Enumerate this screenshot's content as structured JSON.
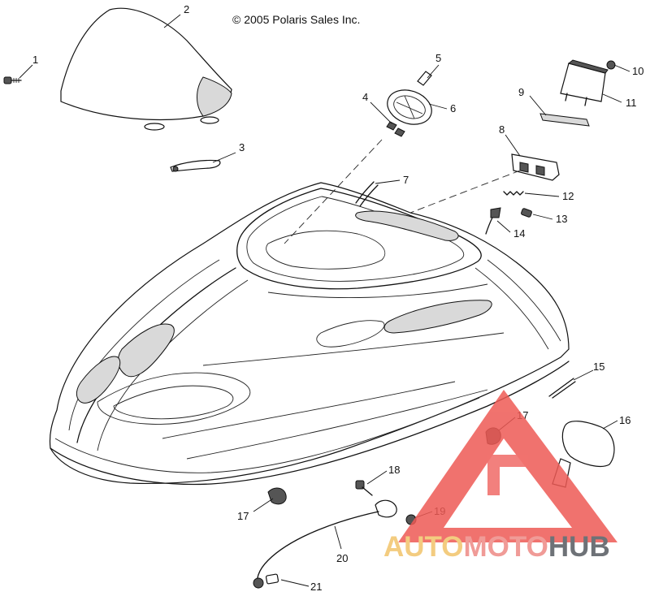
{
  "copyright": "© 2005 Polaris Sales Inc.",
  "callouts": [
    {
      "id": "c1",
      "label": "1"
    },
    {
      "id": "c2",
      "label": "2"
    },
    {
      "id": "c3",
      "label": "3"
    },
    {
      "id": "c4",
      "label": "4"
    },
    {
      "id": "c5",
      "label": "5"
    },
    {
      "id": "c6",
      "label": "6"
    },
    {
      "id": "c7",
      "label": "7"
    },
    {
      "id": "c8",
      "label": "8"
    },
    {
      "id": "c9",
      "label": "9"
    },
    {
      "id": "c10",
      "label": "10"
    },
    {
      "id": "c11",
      "label": "11"
    },
    {
      "id": "c12",
      "label": "12"
    },
    {
      "id": "c13",
      "label": "13"
    },
    {
      "id": "c14",
      "label": "14"
    },
    {
      "id": "c15",
      "label": "15"
    },
    {
      "id": "c16",
      "label": "16"
    },
    {
      "id": "c17a",
      "label": "17"
    },
    {
      "id": "c17b",
      "label": "17"
    },
    {
      "id": "c18",
      "label": "18"
    },
    {
      "id": "c19",
      "label": "19"
    },
    {
      "id": "c20",
      "label": "20"
    },
    {
      "id": "c21",
      "label": "21"
    }
  ],
  "watermark": {
    "part1": "AUTO",
    "part2": "MOTO",
    "part3": "HUB",
    "colors": {
      "auto": "#f2c46b",
      "moto": "#ee8a86",
      "hub": "#555a60",
      "triangle": "#ee5a55"
    }
  }
}
